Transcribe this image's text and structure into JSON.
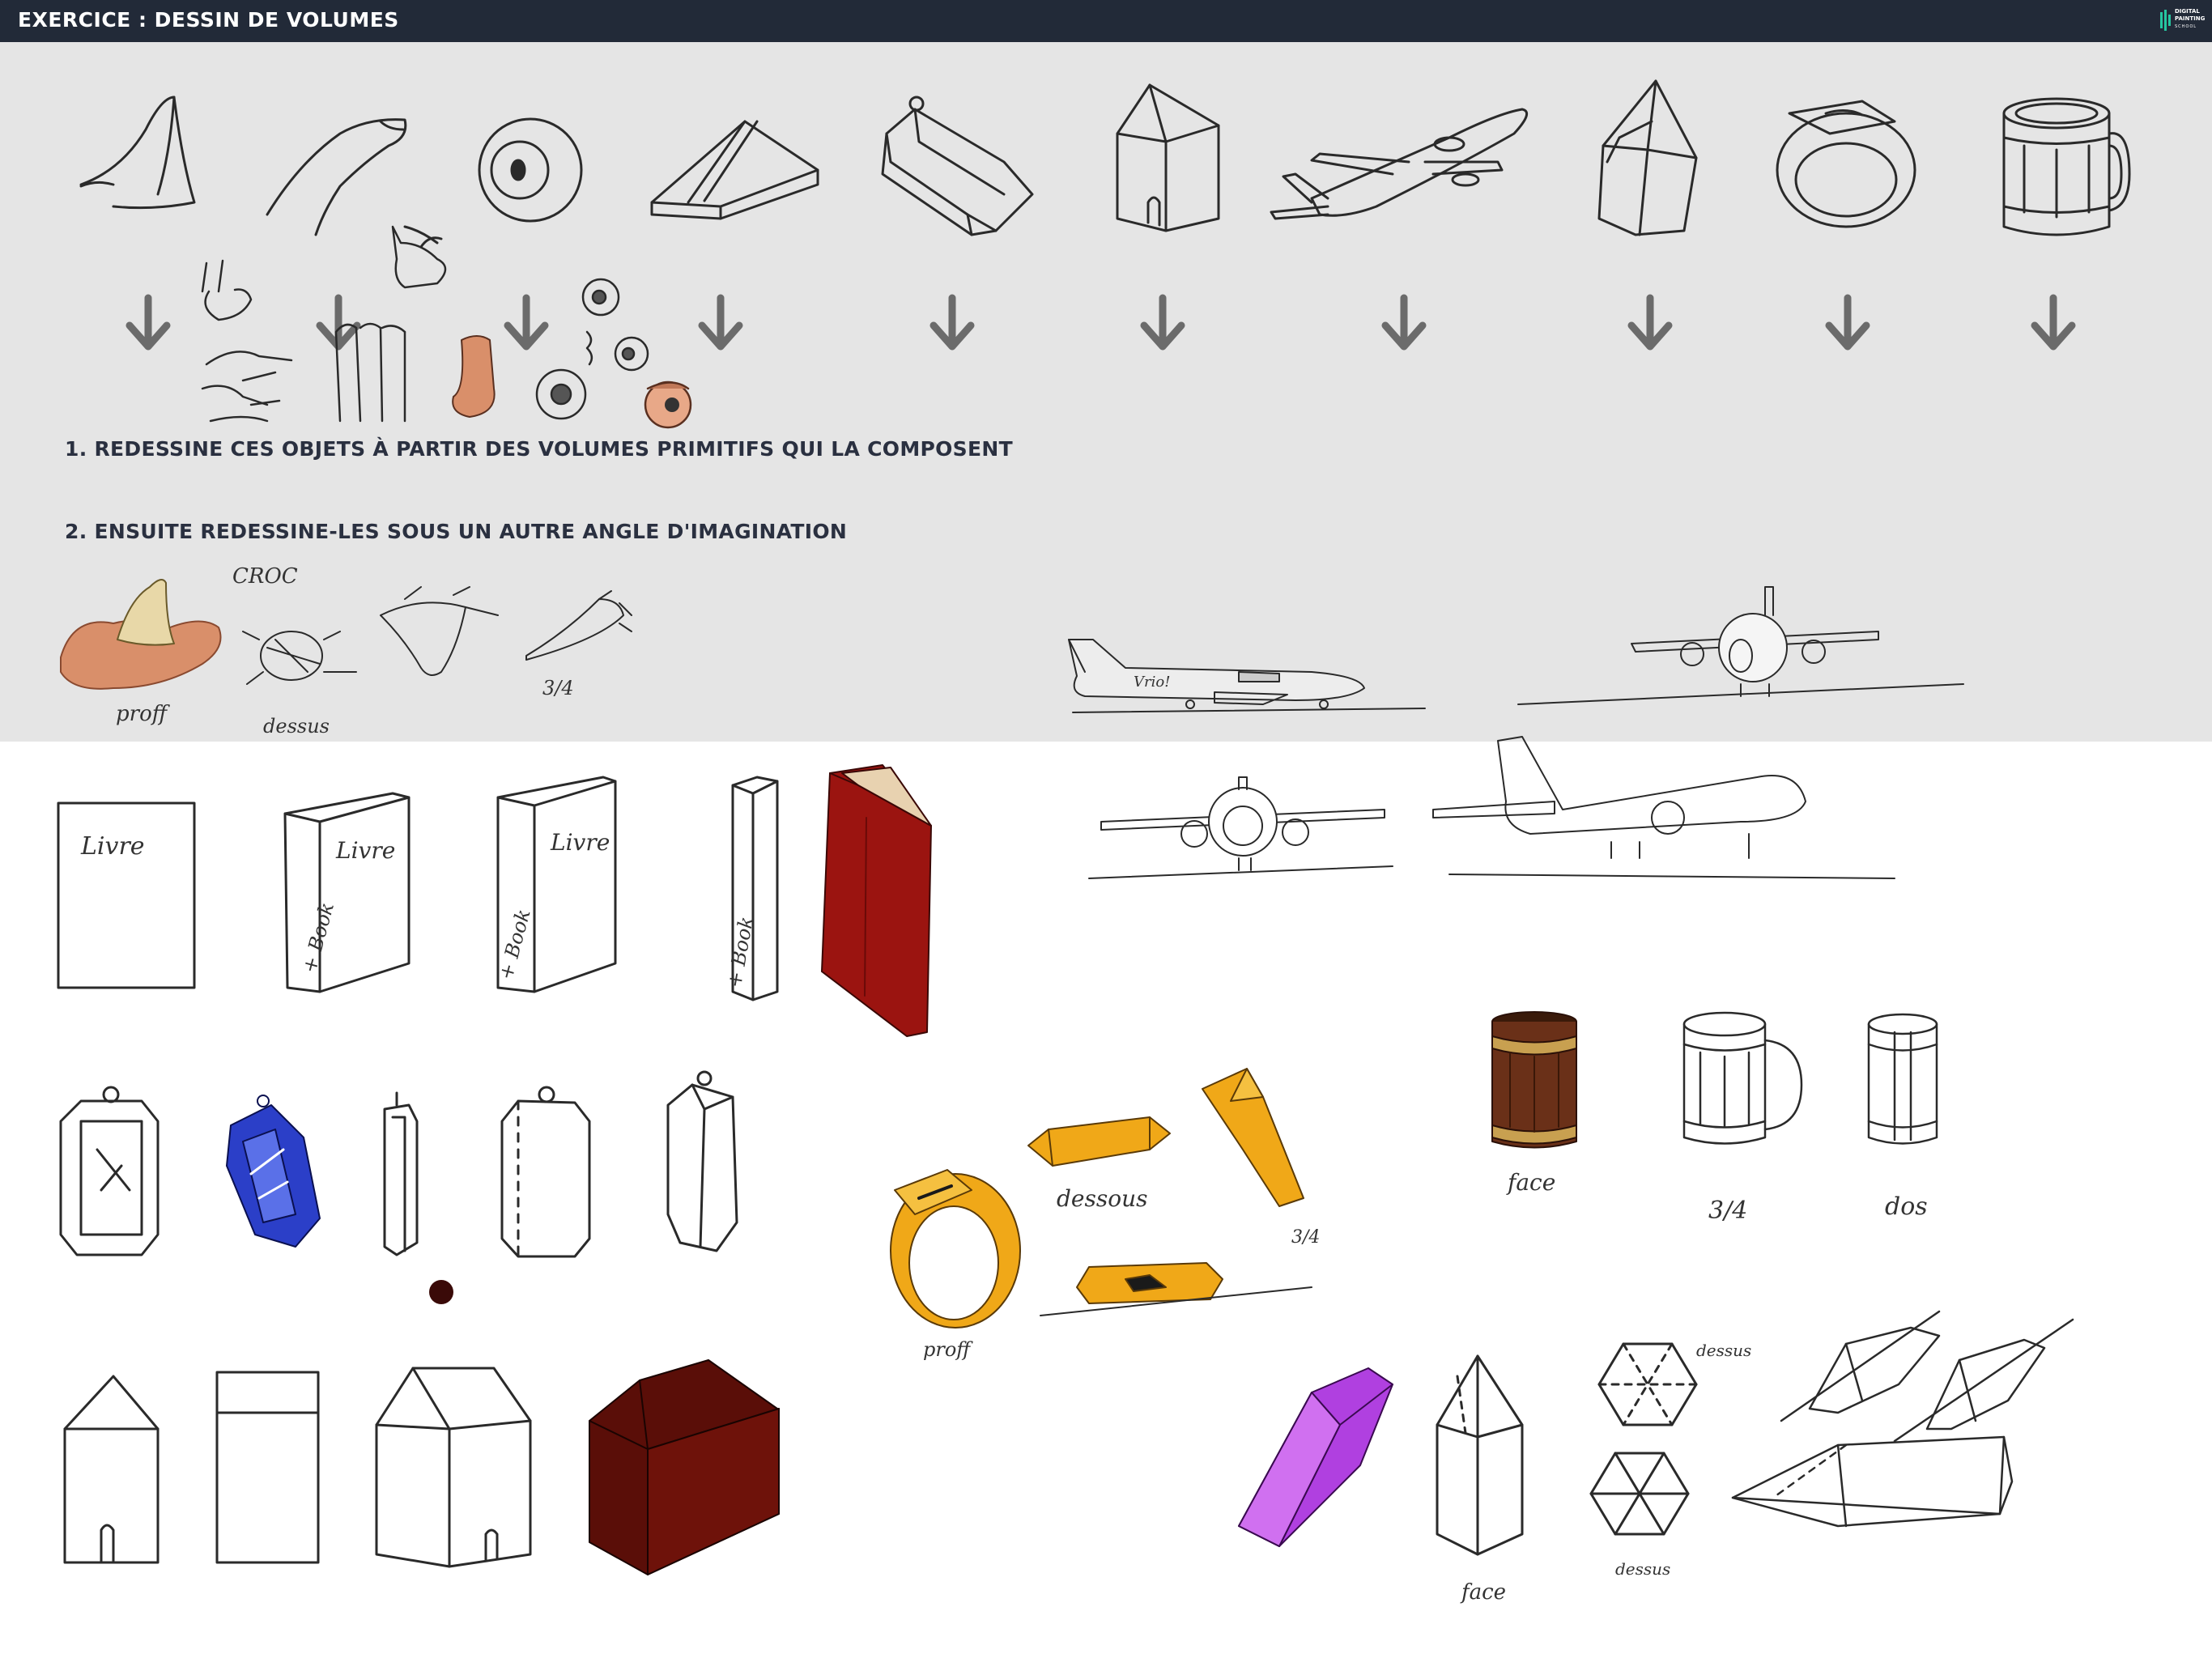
{
  "header": {
    "title": "EXERCICE : DESSIN DE VOLUMES",
    "brand_line1": "DIGITAL",
    "brand_line2": "PAINTING",
    "brand_sub": "SCHOOL"
  },
  "instructions": {
    "step1": "1. REDESSINE CES OBJETS À PARTIR DES VOLUMES PRIMITIFS QUI LA COMPOSENT",
    "step2": "2. ENSUITE REDESSINE-LES SOUS UN AUTRE ANGLE D'IMAGINATION"
  },
  "annotations": {
    "croc": "CROC",
    "proff": "proff",
    "dessus": "dessus",
    "trois_quarts": "3/4",
    "vroom": "Vrio!",
    "livre": "Livre",
    "book": "+ Book",
    "dessous": "dessous",
    "face": "face",
    "dos": "dos"
  },
  "colors": {
    "header_bg": "#222a38",
    "panel_bg": "#e5e5e5",
    "arrow": "#6b6b6b",
    "book_red": "#9b1410",
    "house_red": "#5a0e08",
    "gem_blue": "#2b3fc8",
    "ring_gold": "#f0a818",
    "crystal_purple": "#b040e0",
    "mug_wood": "#6a3018"
  },
  "icons": [
    "down-arrow-icon"
  ]
}
